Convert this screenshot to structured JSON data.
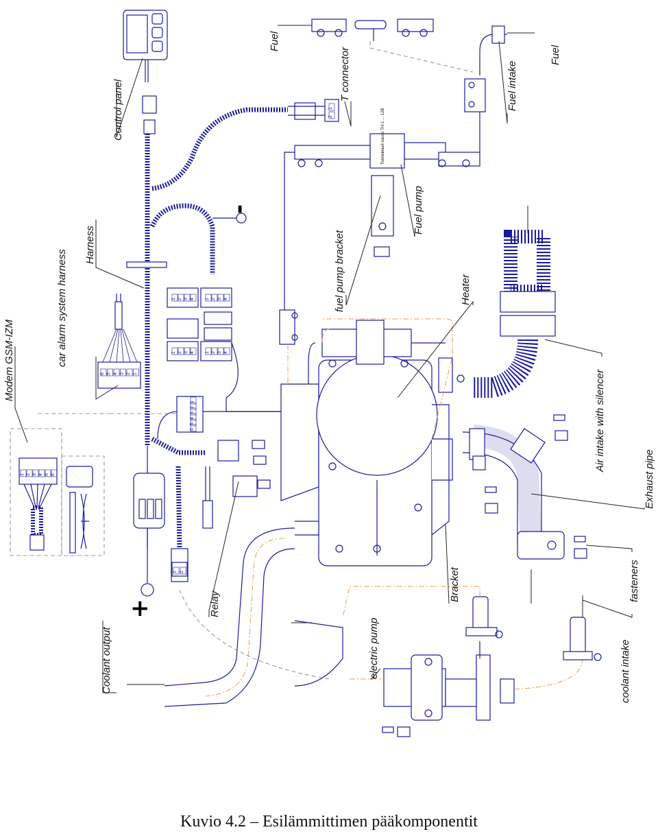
{
  "diagram": {
    "labels": {
      "modem": "Modem GSM-IZM",
      "car_alarm": "car alarm system harness",
      "harness": "Harness",
      "control_panel": "Control panel",
      "fuel_top": "Fuel",
      "t_connector": "T connector",
      "fuel_intake": "Fuel intake",
      "fuel_right": "Fuel",
      "fuel_pump_bracket": "fuel pump bracket",
      "fuel_pump": "Fuel pump",
      "heater": "Heater",
      "air_intake": "Air intake with silencer",
      "exhaust_pipe": "Exhaust pipe",
      "fasteners": "fasteners",
      "coolant_intake": "coolant intake",
      "bracket": "Bracket",
      "electric_pump": "electric pump",
      "relay": "Relay",
      "coolant_output": "Coolant output",
      "minus": "-",
      "plus": "+"
    },
    "connector_pins": {
      "modem": [
        "1",
        "2",
        "3",
        "4",
        "5",
        "6"
      ],
      "alarm": [
        "6",
        "5",
        "4",
        "3",
        "2",
        "1"
      ],
      "four_a": [
        "1",
        "2",
        "3",
        "4"
      ],
      "four_b": [
        "1",
        "2",
        "3",
        "4"
      ],
      "four_c": [
        "1",
        "2",
        "3",
        "4"
      ],
      "four_d": [
        "1",
        "2",
        "3",
        "4"
      ],
      "six": [
        "1",
        "2",
        "3",
        "4",
        "5",
        "6"
      ],
      "two_a": [
        "1",
        "2"
      ],
      "two_b": [
        "1",
        "2"
      ]
    },
    "pump_label": "Топливный насос ТН-1 ... 12В"
  },
  "caption": "Kuvio 4.2 – Esilämmittimen pääkomponentit"
}
